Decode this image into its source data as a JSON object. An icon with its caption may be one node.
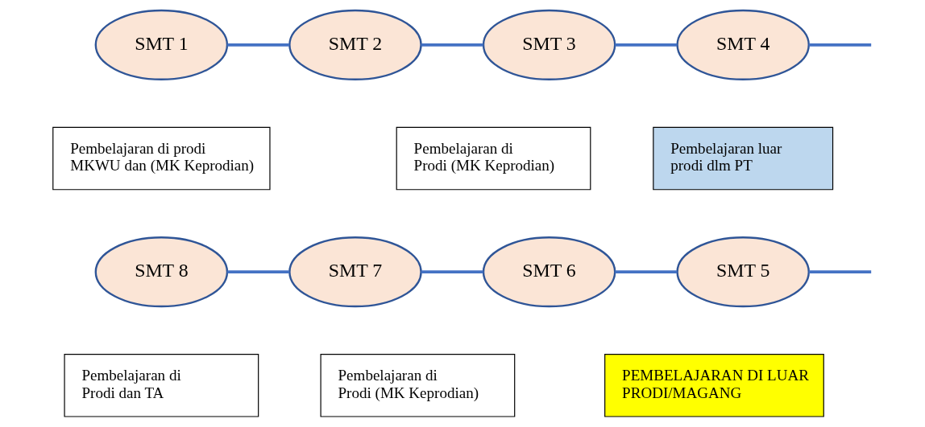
{
  "diagram": {
    "nodes": [
      {
        "text": [
          "SMT 1"
        ]
      },
      {
        "text": [
          "SMT 2"
        ]
      },
      {
        "text": [
          "SMT 3"
        ]
      },
      {
        "text": [
          "SMT 4"
        ]
      },
      {
        "text": [
          "Pembelajaran di prodi MKWU dan (MK Keprodian)"
        ]
      },
      {
        "text": [
          "Pembelajaran di Prodi (MK Keprodian)"
        ]
      },
      {
        "text": [
          "Pembelajaran luar prodi dlm PT"
        ]
      },
      {
        "text": [
          "SMT 8"
        ]
      },
      {
        "text": [
          "SMT 7"
        ]
      },
      {
        "text": [
          "SMT 6"
        ]
      },
      {
        "text": [
          "SMT 5"
        ]
      },
      {
        "text": [
          "Pembelajaran di Prodi dan TA"
        ]
      },
      {
        "text": [
          "Pembelajaran di Prodi (MK Keprodian)"
        ]
      },
      {
        "text": [
          "PEMBELAJARAN DI LUAR PRODI/MAGANG"
        ]
      }
    ],
    "edges": [
      {
        "from": 0,
        "to": 1,
        "arrow": "none"
      },
      {
        "from": 1,
        "to": 2,
        "arrow": "none"
      },
      {
        "from": 2,
        "to": 3,
        "arrow": "none"
      },
      {
        "from": 3,
        "to": null,
        "arrow": "none"
      },
      {
        "from": 7,
        "to": 8,
        "arrow": "none"
      },
      {
        "from": 8,
        "to": 9,
        "arrow": "none"
      },
      {
        "from": 9,
        "to": 10,
        "arrow": "none"
      },
      {
        "from": 10,
        "to": null,
        "arrow": "none"
      }
    ]
  }
}
